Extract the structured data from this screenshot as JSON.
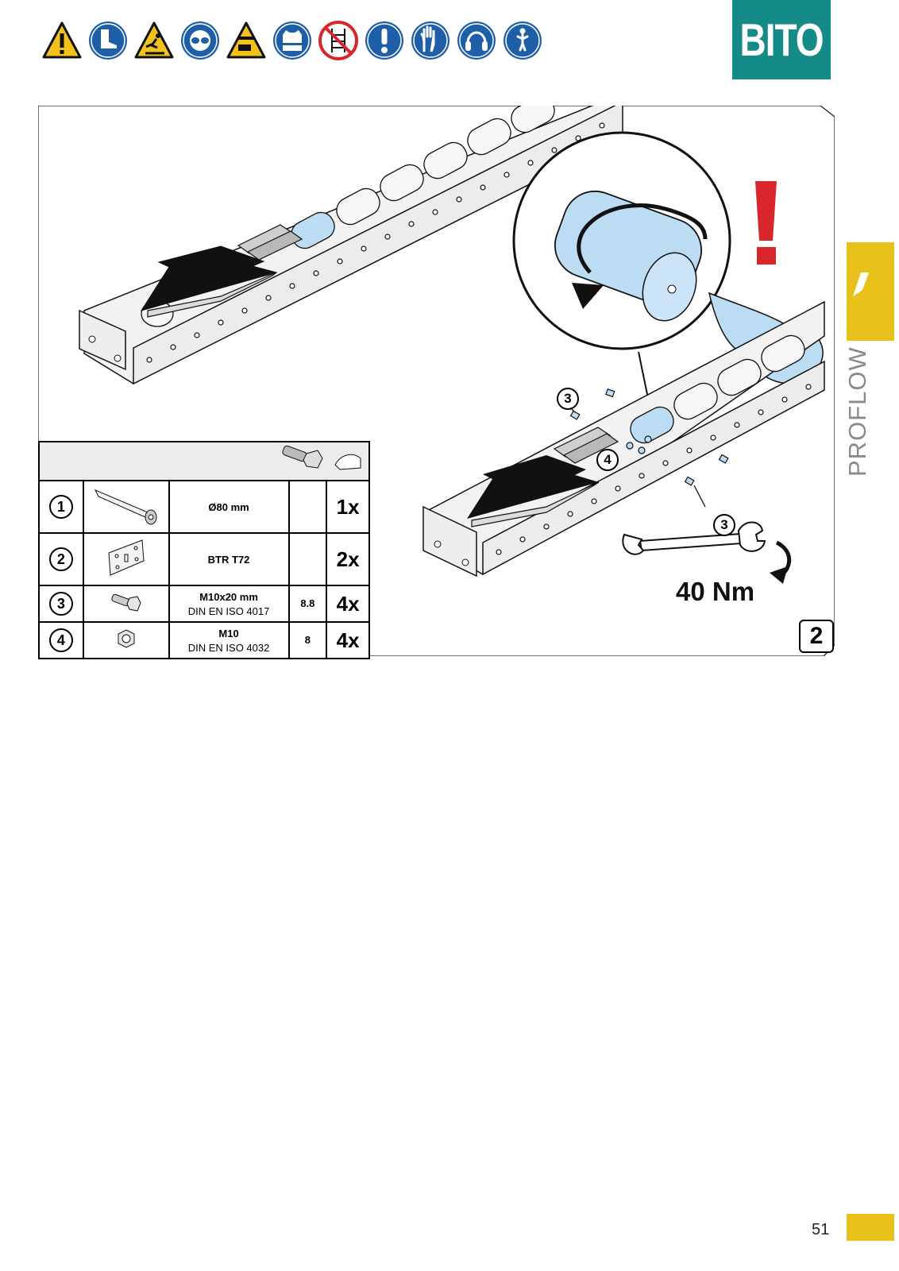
{
  "header": {
    "safety_icons": [
      "warning-icon",
      "safety-boots-icon",
      "slip-hazard-icon",
      "eye-protection-icon",
      "hand-crush-warning-icon",
      "hi-vis-vest-icon",
      "no-climbing-icon",
      "mandatory-action-icon",
      "gloves-icon",
      "ear-protection-icon",
      "harness-icon"
    ],
    "logo_text": "BITO"
  },
  "sidebar": {
    "chapter_label": "PROFLOW"
  },
  "parts_table": {
    "rows": [
      {
        "no": "1",
        "desc": "Ø80 mm",
        "standard": "",
        "grade": "",
        "qty": "1x"
      },
      {
        "no": "2",
        "desc": "BTR T72",
        "standard": "",
        "grade": "",
        "qty": "2x"
      },
      {
        "no": "3",
        "desc": "M10x20 mm",
        "standard": "DIN EN ISO 4017",
        "grade": "8.8",
        "qty": "4x"
      },
      {
        "no": "4",
        "desc": "M10",
        "standard": "DIN EN ISO 4032",
        "grade": "8",
        "qty": "4x"
      }
    ]
  },
  "illustration": {
    "callouts": [
      "3",
      "4",
      "3"
    ],
    "torque": "40 Nm",
    "step_number": "2"
  },
  "footer": {
    "page_number": "51"
  },
  "colors": {
    "brand_teal": "#148b86",
    "accent_yellow": "#e8c11b",
    "mandatory_blue": "#1f5fa8",
    "warning_yellow": "#f2c21b",
    "roller_blue": "#bcdcf4",
    "alert_red": "#d8262c"
  }
}
